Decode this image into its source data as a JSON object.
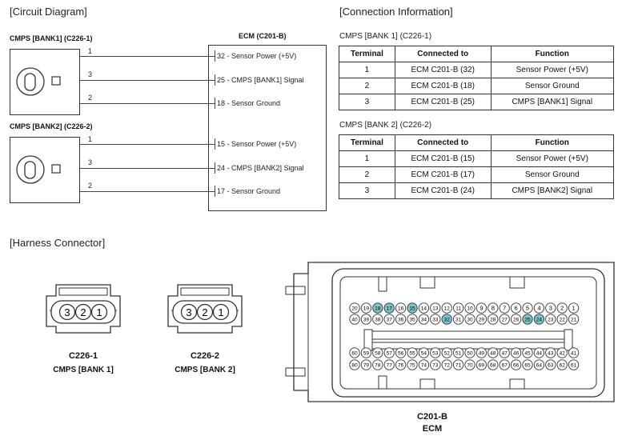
{
  "circuit": {
    "title": "[Circuit Diagram]",
    "bank1_label": "CMPS [BANK1] (C226-1)",
    "bank2_label": "CMPS [BANK2] (C226-2)",
    "ecm_label": "ECM (C201-B)",
    "bank1_wires": [
      {
        "pin": "1",
        "ecm": "32 - Sensor Power (+5V)"
      },
      {
        "pin": "3",
        "ecm": "25 - CMPS [BANK1] Signal"
      },
      {
        "pin": "2",
        "ecm": "18 - Sensor Ground"
      }
    ],
    "bank2_wires": [
      {
        "pin": "1",
        "ecm": "15 - Sensor Power (+5V)"
      },
      {
        "pin": "3",
        "ecm": "24 - CMPS [BANK2] Signal"
      },
      {
        "pin": "2",
        "ecm": "17 - Sensor Ground"
      }
    ]
  },
  "connection": {
    "title": "[Connection Information]",
    "headers": [
      "Terminal",
      "Connected to",
      "Function"
    ],
    "table1_title": "CMPS [BANK 1] (C226-1)",
    "table1": [
      [
        "1",
        "ECM C201-B (32)",
        "Sensor Power (+5V)"
      ],
      [
        "2",
        "ECM C201-B (18)",
        "Sensor Ground"
      ],
      [
        "3",
        "ECM C201-B (25)",
        "CMPS [BANK1] Signal"
      ]
    ],
    "table2_title": "CMPS [BANK 2] (C226-2)",
    "table2": [
      [
        "1",
        "ECM C201-B (15)",
        "Sensor Power (+5V)"
      ],
      [
        "2",
        "ECM C201-B (17)",
        "Sensor Ground"
      ],
      [
        "3",
        "ECM C201-B (24)",
        "CMPS [BANK2] Signal"
      ]
    ]
  },
  "harness": {
    "title": "[Harness Connector]",
    "c1_pins": [
      "3",
      "2",
      "1"
    ],
    "c1_id": "C226-1",
    "c1_name": "CMPS [BANK 1]",
    "c2_pins": [
      "3",
      "2",
      "1"
    ],
    "c2_id": "C226-2",
    "c2_name": "CMPS [BANK 2]",
    "ecm_id": "C201-B",
    "ecm_name": "ECM",
    "ecm_rows": [
      [
        "20",
        "19",
        "18",
        "17",
        "16",
        "15",
        "14",
        "13",
        "12",
        "11",
        "10",
        "9",
        "8",
        "7",
        "6",
        "5",
        "4",
        "3",
        "2",
        "1"
      ],
      [
        "40",
        "39",
        "38",
        "37",
        "36",
        "35",
        "34",
        "33",
        "32",
        "31",
        "30",
        "29",
        "28",
        "27",
        "26",
        "25",
        "24",
        "23",
        "22",
        "21"
      ],
      [
        "60",
        "59",
        "58",
        "57",
        "56",
        "55",
        "54",
        "53",
        "52",
        "51",
        "50",
        "49",
        "48",
        "47",
        "46",
        "45",
        "44",
        "43",
        "42",
        "41"
      ],
      [
        "80",
        "79",
        "78",
        "77",
        "76",
        "75",
        "74",
        "73",
        "72",
        "71",
        "70",
        "69",
        "68",
        "67",
        "66",
        "65",
        "64",
        "63",
        "62",
        "61"
      ]
    ],
    "highlighted_pins": [
      "18",
      "17",
      "15",
      "32",
      "25",
      "24"
    ],
    "highlight_color": "#7ec4c9"
  }
}
